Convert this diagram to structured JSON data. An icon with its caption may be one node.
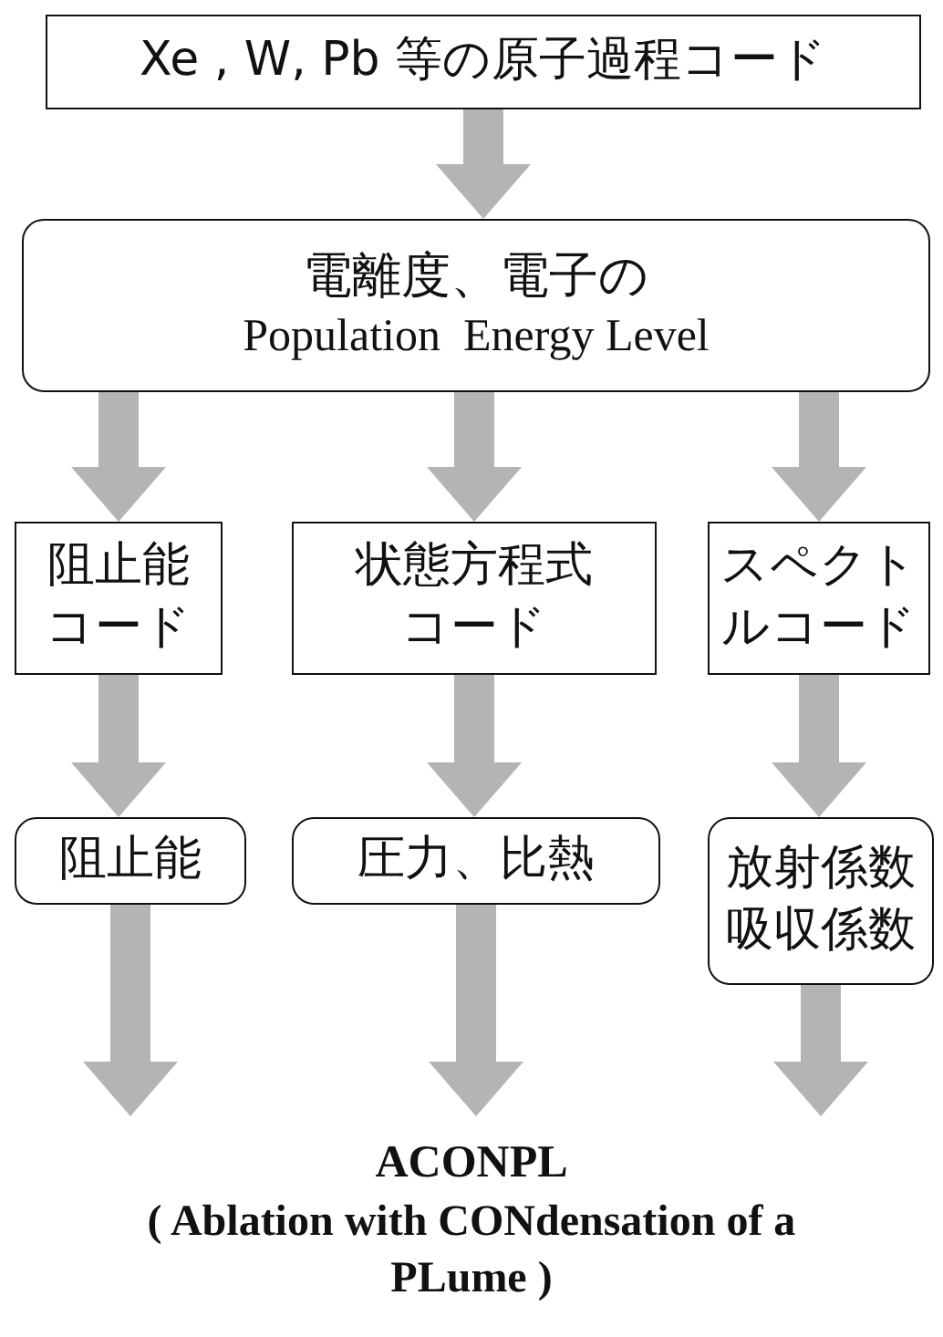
{
  "diagram": {
    "nodes": [
      {
        "text": [
          "Xe , W, Pb 等の原子過程コード"
        ]
      },
      {
        "text": [
          "電離度、電子の",
          "Population  Energy Level"
        ]
      },
      {
        "text": [
          "阻止能コード"
        ]
      },
      {
        "text": [
          "状態方程式コード"
        ]
      },
      {
        "text": [
          "スペクトルコード"
        ]
      },
      {
        "text": [
          "阻止能"
        ]
      },
      {
        "text": [
          "圧力、比熱"
        ]
      },
      {
        "text": [
          "放射係数吸収係数"
        ]
      },
      {
        "text": [
          "ACONPL",
          "( Ablation with CONdensation of a PLume )"
        ]
      }
    ],
    "edges": [
      {
        "from": 0,
        "to": 1,
        "arrow": "to"
      },
      {
        "from": 1,
        "to": 2,
        "arrow": "to"
      },
      {
        "from": 1,
        "to": 3,
        "arrow": "to"
      },
      {
        "from": 1,
        "to": 4,
        "arrow": "to"
      },
      {
        "from": 2,
        "to": 5,
        "arrow": "to"
      },
      {
        "from": 3,
        "to": 6,
        "arrow": "to"
      },
      {
        "from": 4,
        "to": 7,
        "arrow": "to"
      },
      {
        "from": 5,
        "to": 8,
        "arrow": "to"
      },
      {
        "from": 6,
        "to": 8,
        "arrow": "to"
      },
      {
        "from": 7,
        "to": 8,
        "arrow": "to"
      }
    ]
  }
}
